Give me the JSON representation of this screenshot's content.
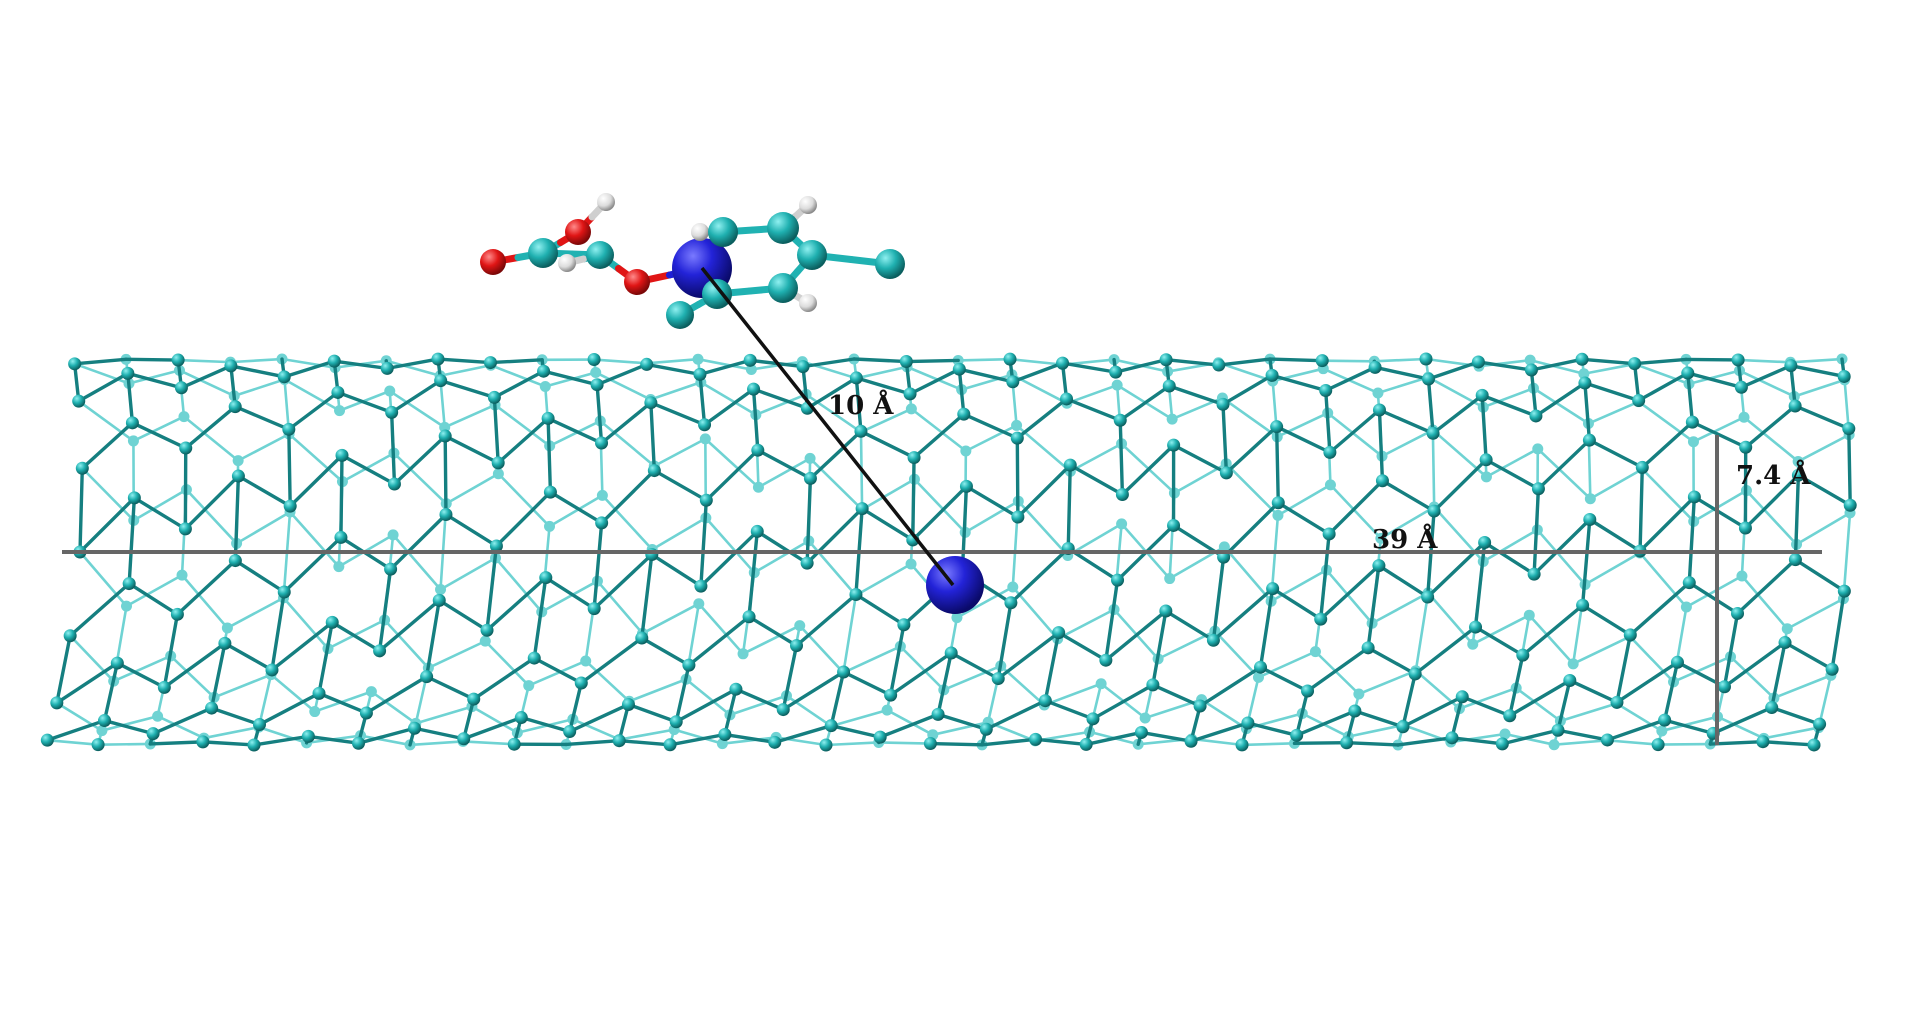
{
  "labels": {
    "distance": "10 Å",
    "length": "39 Å",
    "diameter": "7.4 Å"
  },
  "colors": {
    "background": "#ffffff",
    "carbon": "#20b2b2",
    "carbon_dark": "#157f80",
    "carbon_light": "#6fd3d3",
    "nitrogen": "#1f1fd6",
    "oxygen": "#e01515",
    "hydrogen": "#e8e8e8",
    "axis_line": "#666666",
    "measure_line": "#111111"
  },
  "icons": {
    "nanotube": "carbon-nanotube-lattice",
    "molecule": "adsorbed-molecule",
    "dopant": "nitrogen-dopant-atom"
  }
}
